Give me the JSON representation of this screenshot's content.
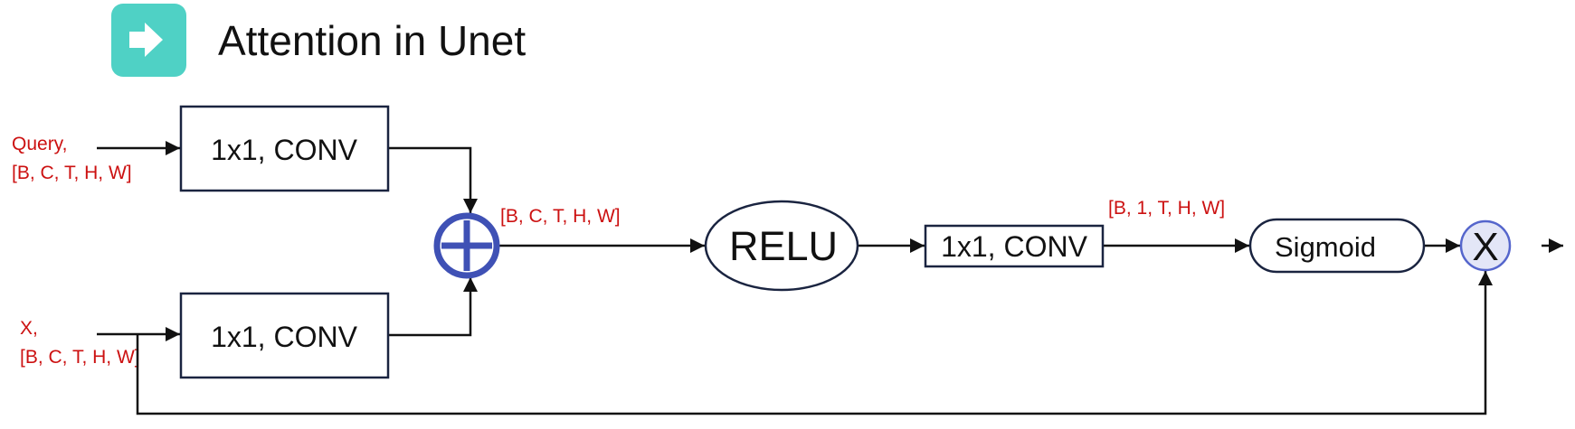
{
  "header": {
    "title": "Attention in Unet",
    "icon": "right-arrow-icon",
    "icon_color": "#4fd1c5"
  },
  "diagram": {
    "inputs": {
      "query": {
        "name": "Query,",
        "shape": "[B, C, T, H, W]"
      },
      "x": {
        "name": "X,",
        "shape": "[B, C, T, H, W]"
      }
    },
    "nodes": {
      "conv_query": "1x1, CONV",
      "conv_x": "1x1, CONV",
      "relu": "RELU",
      "conv_out": "1x1, CONV",
      "sigmoid": "Sigmoid",
      "multiply": "X"
    },
    "edge_labels": {
      "after_add": "[B, C, T, H, W]",
      "after_conv": "[B, 1, T, H, W]"
    },
    "colors": {
      "label_red": "#cc1111",
      "add_node_blue": "#3f51b5",
      "multiply_fill": "#e3e6f7",
      "multiply_stroke": "#5566cc",
      "box_stroke": "#1a2440",
      "line": "#111111"
    }
  }
}
